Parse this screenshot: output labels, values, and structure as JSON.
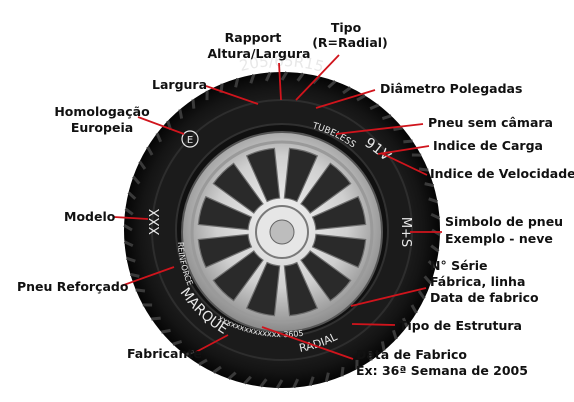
{
  "colors": {
    "leader": "#d0141c",
    "tire": "#121212",
    "rim": "#cfcfcf",
    "label": "#111111"
  },
  "labels": {
    "rapport_1": "Rapport",
    "rapport_2": "Altura/Largura",
    "tipo_1": "Tipo",
    "tipo_2": "(R=Radial)",
    "largura": "Largura",
    "diametro": "Diâmetro Polegadas",
    "homologacao_1": "Homologação",
    "homologacao_2": "Europeia",
    "pneu_sem_camara": "Pneu sem câmara",
    "indice_carga": "Indice de Carga",
    "indice_velocidade": "Indice de Velocidade",
    "modelo": "Modelo",
    "simbolo_1": "Simbolo de pneu",
    "simbolo_2": "Exemplo - neve",
    "pneu_reforcado": "Pneu Reforçado",
    "serie_1": "N° Série",
    "serie_2": "Fábrica, linha",
    "serie_3": "Data de fabrico",
    "tipo_estrutura": "Tipo de Estrutura",
    "fabricante": "Fabricante",
    "data_fabrico_1": "Data de Fabrico",
    "data_fabrico_2": "Ex: 36ª Semana de 2005"
  },
  "sidewall": {
    "size": "205/65R15",
    "tubeless": "TUBELESS",
    "load_speed": "91V",
    "model": "XXX",
    "snow": "M+S",
    "reinforce": "REINFORCE",
    "brand": "MARQUE",
    "radial": "RADIAL",
    "dot": "xxxxxxxxxxxxxx 3605",
    "ece": "E"
  }
}
